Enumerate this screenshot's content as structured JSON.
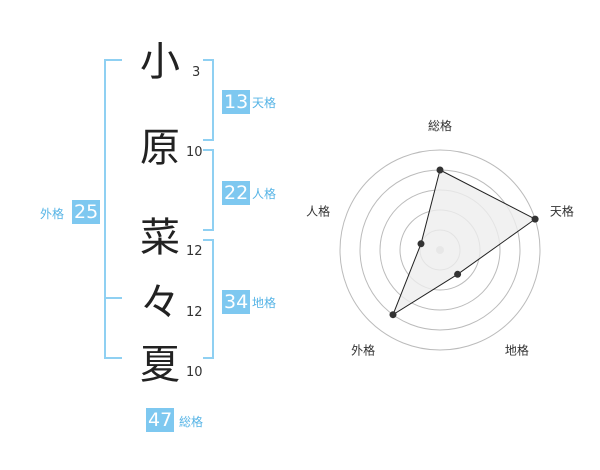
{
  "name": {
    "characters": [
      {
        "char": "小",
        "strokes": "3"
      },
      {
        "char": "原",
        "strokes": "10"
      },
      {
        "char": "菜",
        "strokes": "12"
      },
      {
        "char": "々",
        "strokes": "12"
      },
      {
        "char": "夏",
        "strokes": "10"
      }
    ]
  },
  "fortune": {
    "tenkaku": {
      "label": "天格",
      "value": "13"
    },
    "jinkaku": {
      "label": "人格",
      "value": "22"
    },
    "chikaku": {
      "label": "地格",
      "value": "34"
    },
    "gaikaku": {
      "label": "外格",
      "value": "25"
    },
    "soukaku": {
      "label": "総格",
      "value": "47"
    }
  },
  "chart_data": {
    "type": "radar",
    "axes": [
      "総格",
      "天格",
      "地格",
      "外格",
      "人格"
    ],
    "values": [
      4,
      5,
      1.5,
      4,
      1
    ],
    "max": 5,
    "rings": 5,
    "colors": {
      "fill": "#eeeeee",
      "line": "#222222",
      "grid": "#bbbbbb",
      "point": "#333333",
      "center": "#cccccc"
    }
  },
  "colors": {
    "accent": "#7ec8f0",
    "accent_text": "#56b4e6",
    "bracket": "#8fd0f2"
  }
}
